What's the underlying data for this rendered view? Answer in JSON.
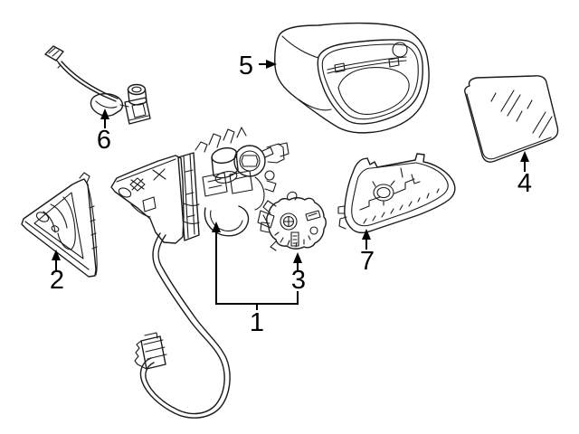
{
  "figure": {
    "kind": "exploded-parts-diagram",
    "subject": "outside-rear-view-mirror-assembly",
    "colors": {
      "background": "#ffffff",
      "line": "#1a1a1a",
      "label": "#000000"
    },
    "callouts": [
      {
        "text": "1",
        "part": "mirror-bracket-assembly-with-harness"
      },
      {
        "text": "2",
        "part": "corner-cover-panel"
      },
      {
        "text": "3",
        "part": "mirror-motor-actuator"
      },
      {
        "text": "4",
        "part": "mirror-glass"
      },
      {
        "text": "5",
        "part": "mirror-housing-cover"
      },
      {
        "text": "6",
        "part": "wire-harness-with-switch"
      },
      {
        "text": "7",
        "part": "lower-housing-cover"
      }
    ]
  }
}
